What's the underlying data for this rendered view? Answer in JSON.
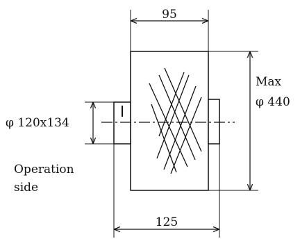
{
  "dimensions": {
    "body_length": "95",
    "overall_length": "125",
    "max_label": "Max",
    "max_diameter": "φ 440",
    "shaft_diameter": "φ 120x134"
  },
  "labels": {
    "operation_line1": "Operation",
    "operation_line2": "side"
  }
}
